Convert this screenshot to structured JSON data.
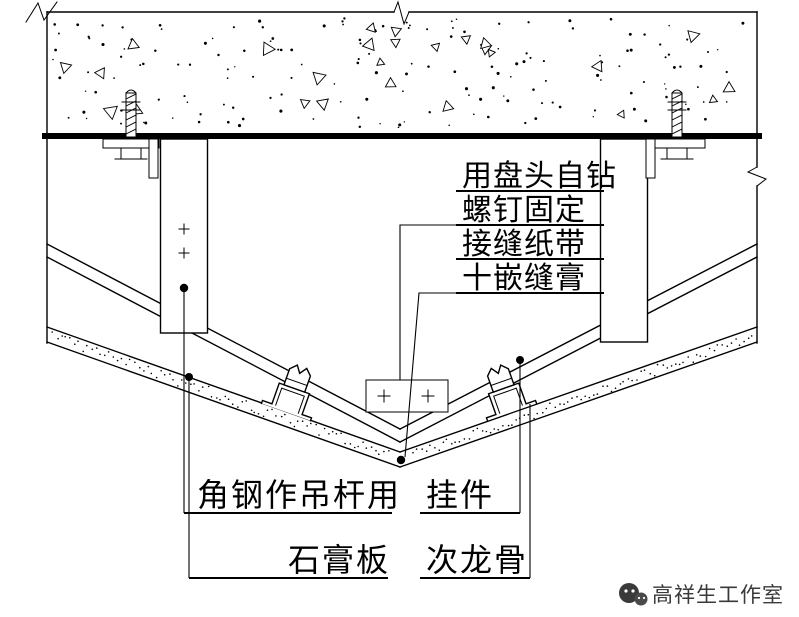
{
  "drawing": {
    "notes": {
      "line1": "用盘头自钻",
      "line2": "螺钉固定",
      "line3": "接缝纸带",
      "line4": "十嵌缝膏"
    },
    "labels": {
      "angle_steel": "角钢作吊杆用",
      "hanger_clip": "挂件",
      "gypsum_board": "石膏板",
      "secondary_keel": "次龙骨"
    },
    "watermark": "高祥生工作室",
    "colors": {
      "line": "#000000",
      "background": "#ffffff",
      "watermark": "#3a3a3a"
    }
  }
}
